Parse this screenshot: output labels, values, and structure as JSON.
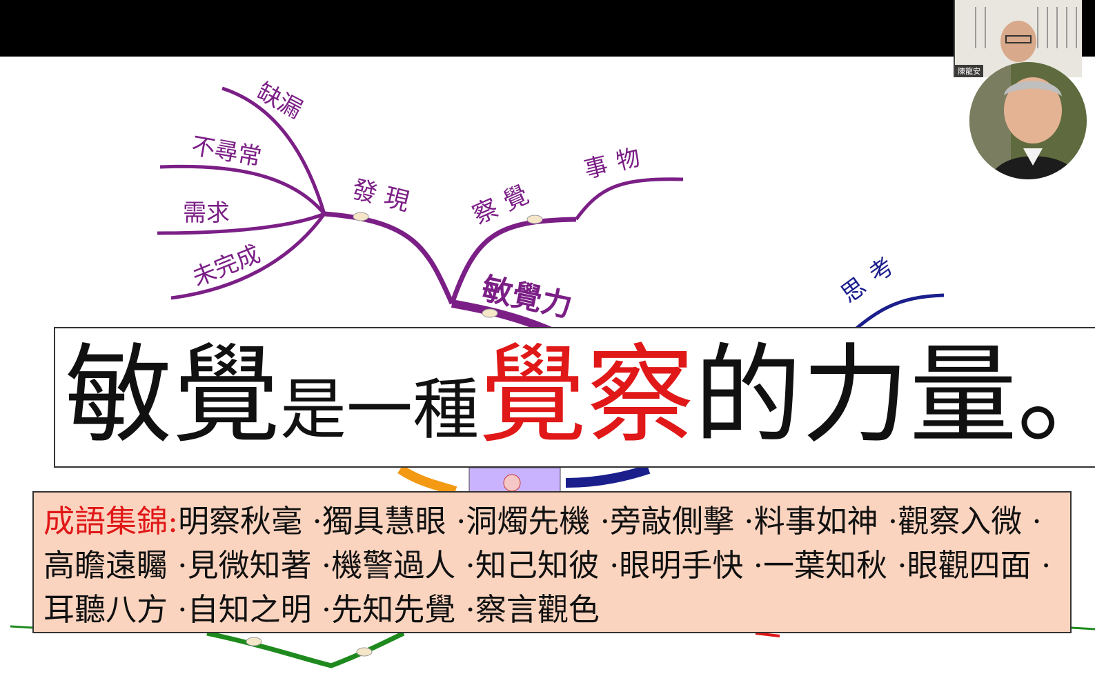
{
  "mindmap": {
    "center_label": "敏覺力",
    "branches": {
      "discover": "發現",
      "perceive": "察覺",
      "things": "事物",
      "missing": "缺漏",
      "unusual": "不尋常",
      "needs": "需求",
      "unfinished": "未完成",
      "think": "思考"
    }
  },
  "title": {
    "part1": "敏覺",
    "part2": "是一種",
    "part3": "覺察",
    "part4": "的力量",
    "part5": "。"
  },
  "idioms": {
    "label": "成語集錦:",
    "text": "明察秋毫 ·獨具慧眼 ·洞燭先機 ·旁敲側擊 ·料事如神 ·觀察入微 ·高瞻遠矚 ·見微知著 ·機警過人 ·知己知彼 ·眼明手快 ·一葉知秋 ·眼觀四面 ·耳聽八方 ·自知之明 ·先知先覺 ·察言觀色"
  },
  "video": {
    "participant_name": "陳龍安"
  },
  "colors": {
    "purple_branch": "#7b1f86",
    "navy_branch": "#1a1f8c",
    "green_branch": "#1e8a1e",
    "orange_branch": "#f39a12",
    "red_text": "#e01818",
    "idiom_bg": "#fbd4bf"
  }
}
